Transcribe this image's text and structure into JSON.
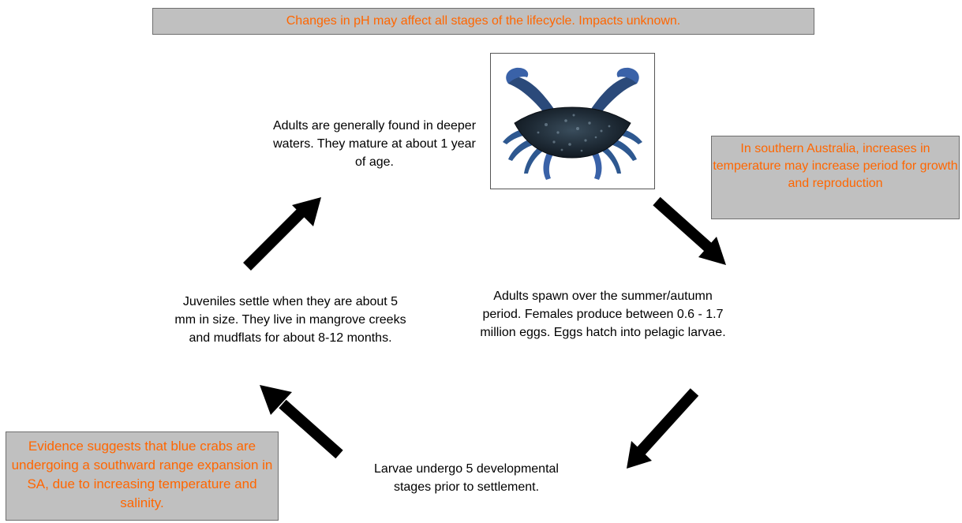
{
  "callouts": {
    "ph": "Changes in pH may affect all stages of the  lifecycle. Impacts unknown.",
    "temperature": "In southern Australia, increases in temperature may increase period for growth and reproduction",
    "range": "Evidence suggests that blue crabs are undergoing a southward range expansion in SA, due to increasing temperature and salinity."
  },
  "stages": {
    "adults": "Adults are generally found in deeper waters. They mature at about 1 year of age.",
    "spawn": "Adults spawn over the summer/autumn period. Females produce between 0.6 - 1.7 million eggs. Eggs hatch into pelagic larvae.",
    "larvae": "Larvae undergo 5 developmental stages prior to settlement.",
    "juveniles": "Juveniles settle when they are about 5 mm in size.  They live in mangrove creeks and mudflats for about 8-12 months."
  },
  "colors": {
    "callout_text": "#ff6600",
    "callout_bg": "#c0c0c0",
    "arrow": "#000000"
  },
  "icons": {
    "photo": "blue-swimmer-crab-photo"
  }
}
